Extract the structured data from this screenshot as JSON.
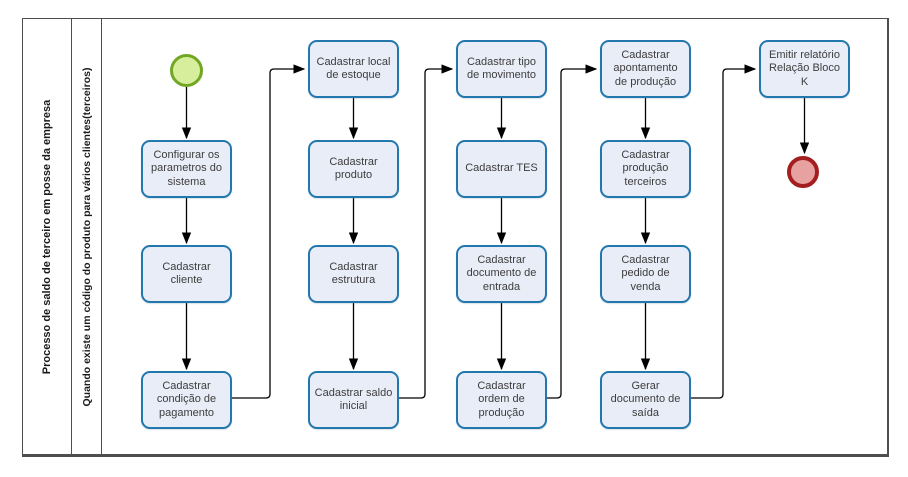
{
  "pool": {
    "title": "Processo de saldo de terceiro em posse da empresa",
    "lane": "Quando existe um código do produto para vários clientes(terceiros)"
  },
  "events": {
    "start": {
      "type": "start-event",
      "shape": "circle"
    },
    "end": {
      "type": "end-event",
      "shape": "circle"
    }
  },
  "tasks": [
    {
      "label": "Configurar os\nparametros do\nsistema"
    },
    {
      "label": "Cadastrar\ncliente"
    },
    {
      "label": "Cadastrar\ncondição de\npagamento"
    },
    {
      "label": "Cadastrar local\nde estoque"
    },
    {
      "label": "Cadastrar\nproduto"
    },
    {
      "label": "Cadastrar\nestrutura"
    },
    {
      "label": "Cadastrar saldo\ninicial"
    },
    {
      "label": "Cadastrar tipo\nde movimento"
    },
    {
      "label": "Cadastrar TES"
    },
    {
      "label": "Cadastrar\ndocumento de\nentrada"
    },
    {
      "label": "Cadastrar\nordem de\nprodução"
    },
    {
      "label": "Cadastrar\napontamento\nde produção"
    },
    {
      "label": "Cadastrar\nprodução\nterceiros"
    },
    {
      "label": "Cadastrar\npedido de\nvenda"
    },
    {
      "label": "Gerar\ndocumento de\nsaída"
    },
    {
      "label": "Emitir relatório\nRelação Bloco\nK"
    }
  ],
  "colors": {
    "task-fill": "#e9edf8",
    "task-border": "#2277ad",
    "start-fill": "#d7ee9c",
    "start-border": "#71a724",
    "end-fill": "#e7a1a1",
    "end-border": "#a31f1f",
    "pool-border": "#4e4e4e",
    "flow-line": "#000000"
  }
}
